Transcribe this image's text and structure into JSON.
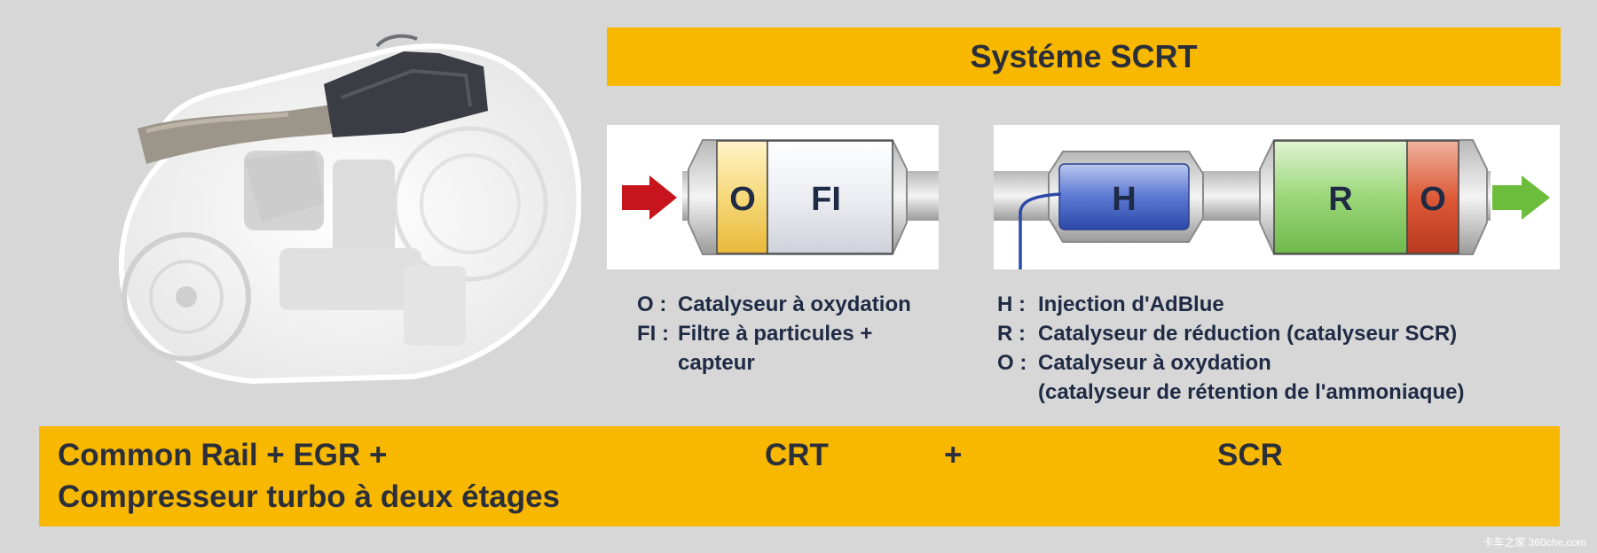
{
  "title": "Systéme SCRT",
  "crt_unit": {
    "letters": [
      "O",
      "FI"
    ],
    "legend": [
      {
        "key": "O :",
        "text": "Catalyseur à oxydation"
      },
      {
        "key": "FI :",
        "text": "Filtre à particules +"
      },
      {
        "key": "",
        "text": "capteur"
      }
    ]
  },
  "scr_unit": {
    "letters": [
      "H",
      "R",
      "O"
    ],
    "legend": [
      {
        "key": "H :",
        "text": "Injection d'AdBlue"
      },
      {
        "key": "R :",
        "text": "Catalyseur de réduction (catalyseur SCR)"
      },
      {
        "key": "O :",
        "text": "Catalyseur à oxydation"
      },
      {
        "key": "",
        "text": "(catalyseur de rétention de l'ammoniaque)"
      }
    ]
  },
  "bottom": {
    "line1": "Common Rail + EGR +",
    "line2": "Compresseur turbo à deux étages",
    "crt": "CRT",
    "plus": "+",
    "scr": "SCR"
  },
  "colors": {
    "accent": "#f8b800",
    "inlet_arrow": "#c8141c",
    "outlet_arrow": "#6cbd3c",
    "oxidation": "#f2c23a",
    "injection": "#3d5fc4",
    "reduction": "#8fd26b",
    "ammonia": "#d9472b"
  },
  "watermark": "卡车之家 360che.com"
}
